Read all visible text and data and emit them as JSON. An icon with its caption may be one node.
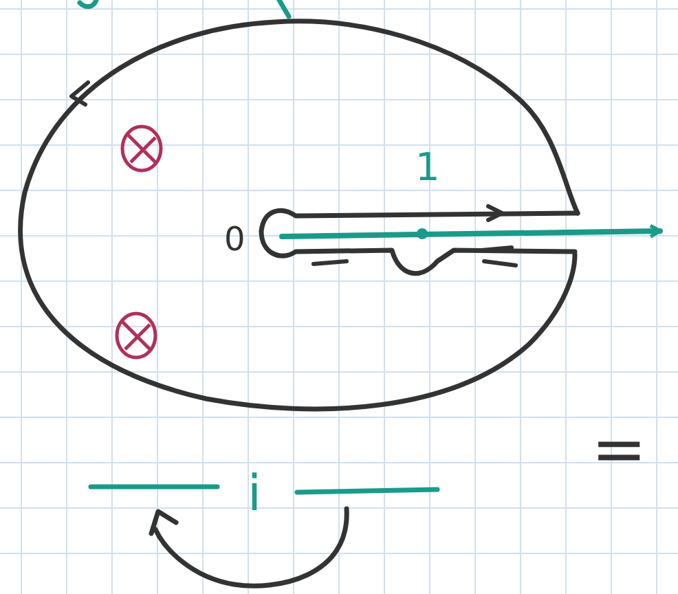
{
  "diagram": {
    "labels": [
      "0",
      "1",
      "i",
      "="
    ]
  }
}
